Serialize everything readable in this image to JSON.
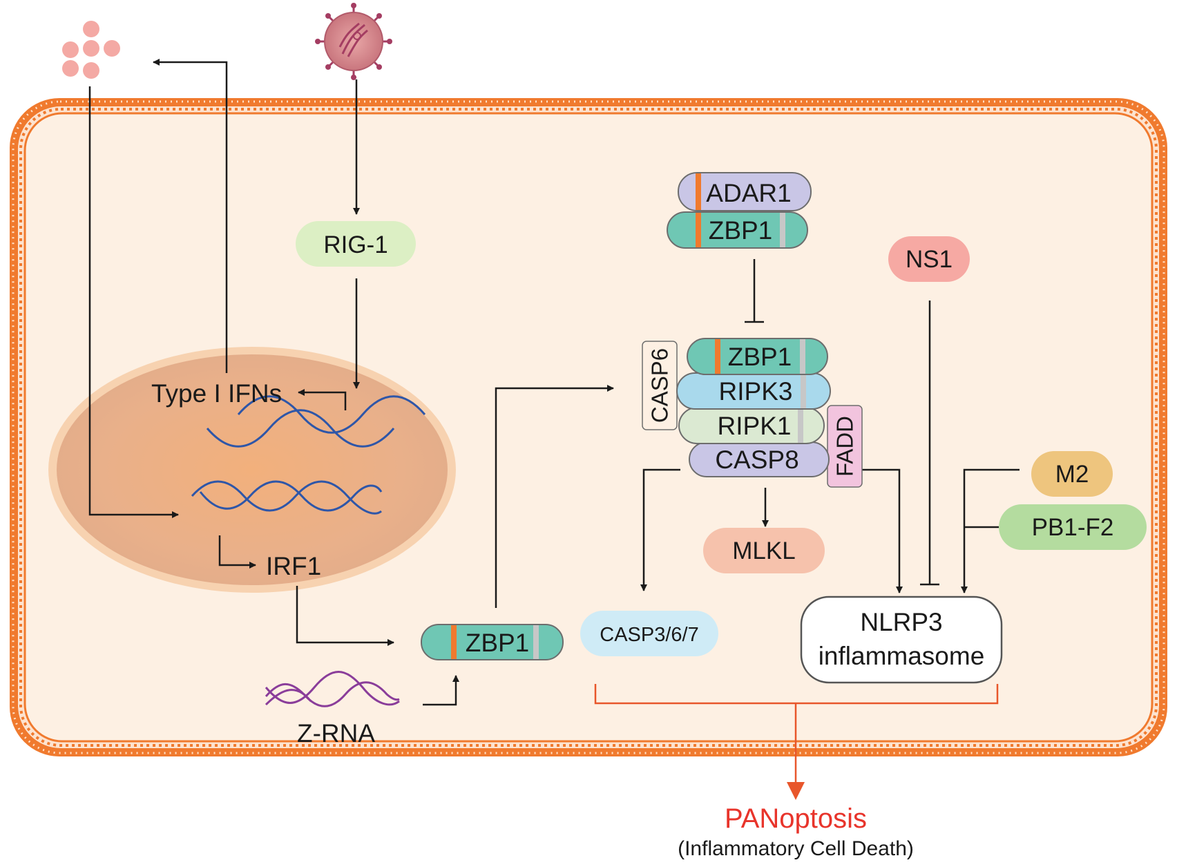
{
  "labels": {
    "rig1": "RIG-1",
    "type1_ifns": "Type I IFNs",
    "irf1": "IRF1",
    "zrna": "Z-RNA",
    "adar1": "ADAR1",
    "zbp1": "ZBP1",
    "ripk3": "RIPK3",
    "ripk1": "RIPK1",
    "casp8": "CASP8",
    "casp6": "CASP6",
    "fadd": "FADD",
    "ns1": "NS1",
    "m2": "M2",
    "pb1f2": "PB1-F2",
    "mlkl": "MLKL",
    "casp367": "CASP3/6/7",
    "nlrp3_line1": "NLRP3",
    "nlrp3_line2": "inflammasome",
    "panoptosis": "PANoptosis",
    "panoptosis_sub": "(Inflammatory Cell Death)"
  },
  "colors": {
    "membrane": "#f07a2e",
    "cytoplasm": "#fdf0e3",
    "nucleus": "#f0b587",
    "nucleus_edge": "#f7d2b0",
    "dna": "#2e56a8",
    "zrna": "#8a3d9a",
    "zbp1": "#6fc7b4",
    "adar1": "#c9c6e6",
    "ripk3": "#a9d9ec",
    "ripk1": "#dbe9d2",
    "casp8": "#c9c6e6",
    "fadd": "#f2c4de",
    "rig1": "#dcefc4",
    "ns1": "#f6a9a3",
    "m2": "#eec57e",
    "pb1f2": "#b4dc9f",
    "mlkl": "#f6c2ac",
    "casp367": "#cfebf6",
    "orange_stripe": "#f07a2e",
    "panoptosis": "#e8342b",
    "ifn_particles": "#f4a9a4"
  },
  "icons": [
    "influenza-virus-icon",
    "interferon-particles-icon",
    "dna-helix-icon",
    "z-rna-helix-icon"
  ]
}
